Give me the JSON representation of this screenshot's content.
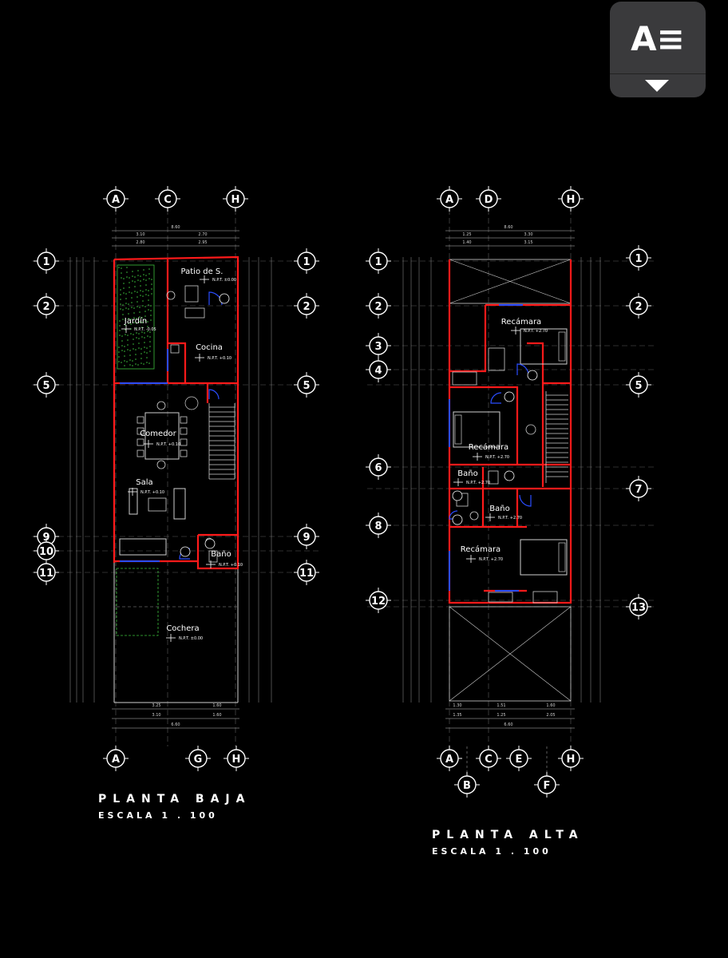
{
  "plans": [
    {
      "title": "PLANTA BAJA",
      "scale": "ESCALA 1 . 100",
      "top_axes": [
        "A",
        "C",
        "H"
      ],
      "bottom_axes": [
        "A",
        "G",
        "H"
      ],
      "row_axes": [
        "1",
        "2",
        "5",
        "9",
        "10",
        "11"
      ],
      "rooms": [
        {
          "name": "Patio de S.",
          "npt": "N.P.T. ±0.00"
        },
        {
          "name": "Jardín",
          "npt": "N.P.T. -0.05"
        },
        {
          "name": "Cocina",
          "npt": "N.P.T. +0.10"
        },
        {
          "name": "Comedor",
          "npt": "N.P.T. +0.10"
        },
        {
          "name": "Sala",
          "npt": "N.P.T. +0.10"
        },
        {
          "name": "Baño",
          "npt": "N.P.T. +0.10"
        },
        {
          "name": "Cochera",
          "npt": "N.P.T. ±0.00"
        }
      ],
      "top_dims": [
        "8.60",
        "3.10",
        "2.70",
        "2.80",
        "2.95"
      ],
      "bottom_dims": [
        "3.25",
        "1.60",
        "3.10",
        "1.60",
        "6.60"
      ]
    },
    {
      "title": "PLANTA ALTA",
      "scale": "ESCALA 1 . 100",
      "top_axes": [
        "A",
        "D",
        "H"
      ],
      "bottom_axes": [
        "A",
        "C",
        "E",
        "H"
      ],
      "bottom_axes_low": [
        "B",
        "F"
      ],
      "row_axes_left": [
        "1",
        "2",
        "3",
        "4",
        "6",
        "8",
        "12"
      ],
      "row_axes_right": [
        "1",
        "2",
        "5",
        "7",
        "13"
      ],
      "rooms": [
        {
          "name": "Recámara",
          "npt": "N.P.T. +2.70"
        },
        {
          "name": "Recámara",
          "npt": "N.P.T. +2.70"
        },
        {
          "name": "Baño",
          "npt": "N.P.T. +2.70"
        },
        {
          "name": "Baño",
          "npt": "N.P.T. +2.70"
        },
        {
          "name": "Recámara",
          "npt": "N.P.T. +2.70"
        }
      ],
      "top_dims": [
        "8.60",
        "1.25",
        "3.30",
        "1.40",
        "3.15"
      ],
      "bottom_dims": [
        "1.30",
        "1.51",
        "1.60",
        "1.35",
        "1.25",
        "2.05",
        "6.60"
      ]
    }
  ],
  "reader_button": {
    "glyph": "A",
    "icon": "reader-mode-icon"
  },
  "colors": {
    "wall": "#ff1a1a",
    "line": "#c8c8c8",
    "door": "#2a4dff",
    "garden": "#3cbe3c",
    "bg": "#000000"
  }
}
